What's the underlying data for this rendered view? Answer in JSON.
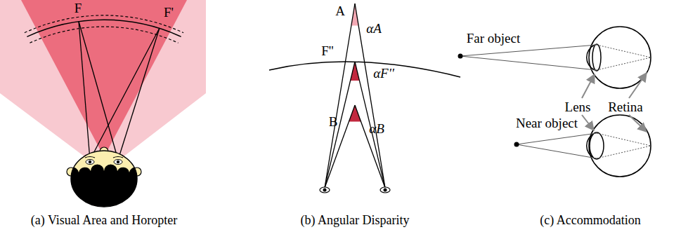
{
  "diagram": {
    "labels": [
      "F",
      "F'",
      "A",
      "αA",
      "F''",
      "αF''",
      "B",
      "αB",
      "Far object",
      "Lens",
      "Retina",
      "Near object",
      "(a) Visual Area and Horopter",
      "(b) Angular Disparity",
      "(c) Accommodation"
    ]
  }
}
